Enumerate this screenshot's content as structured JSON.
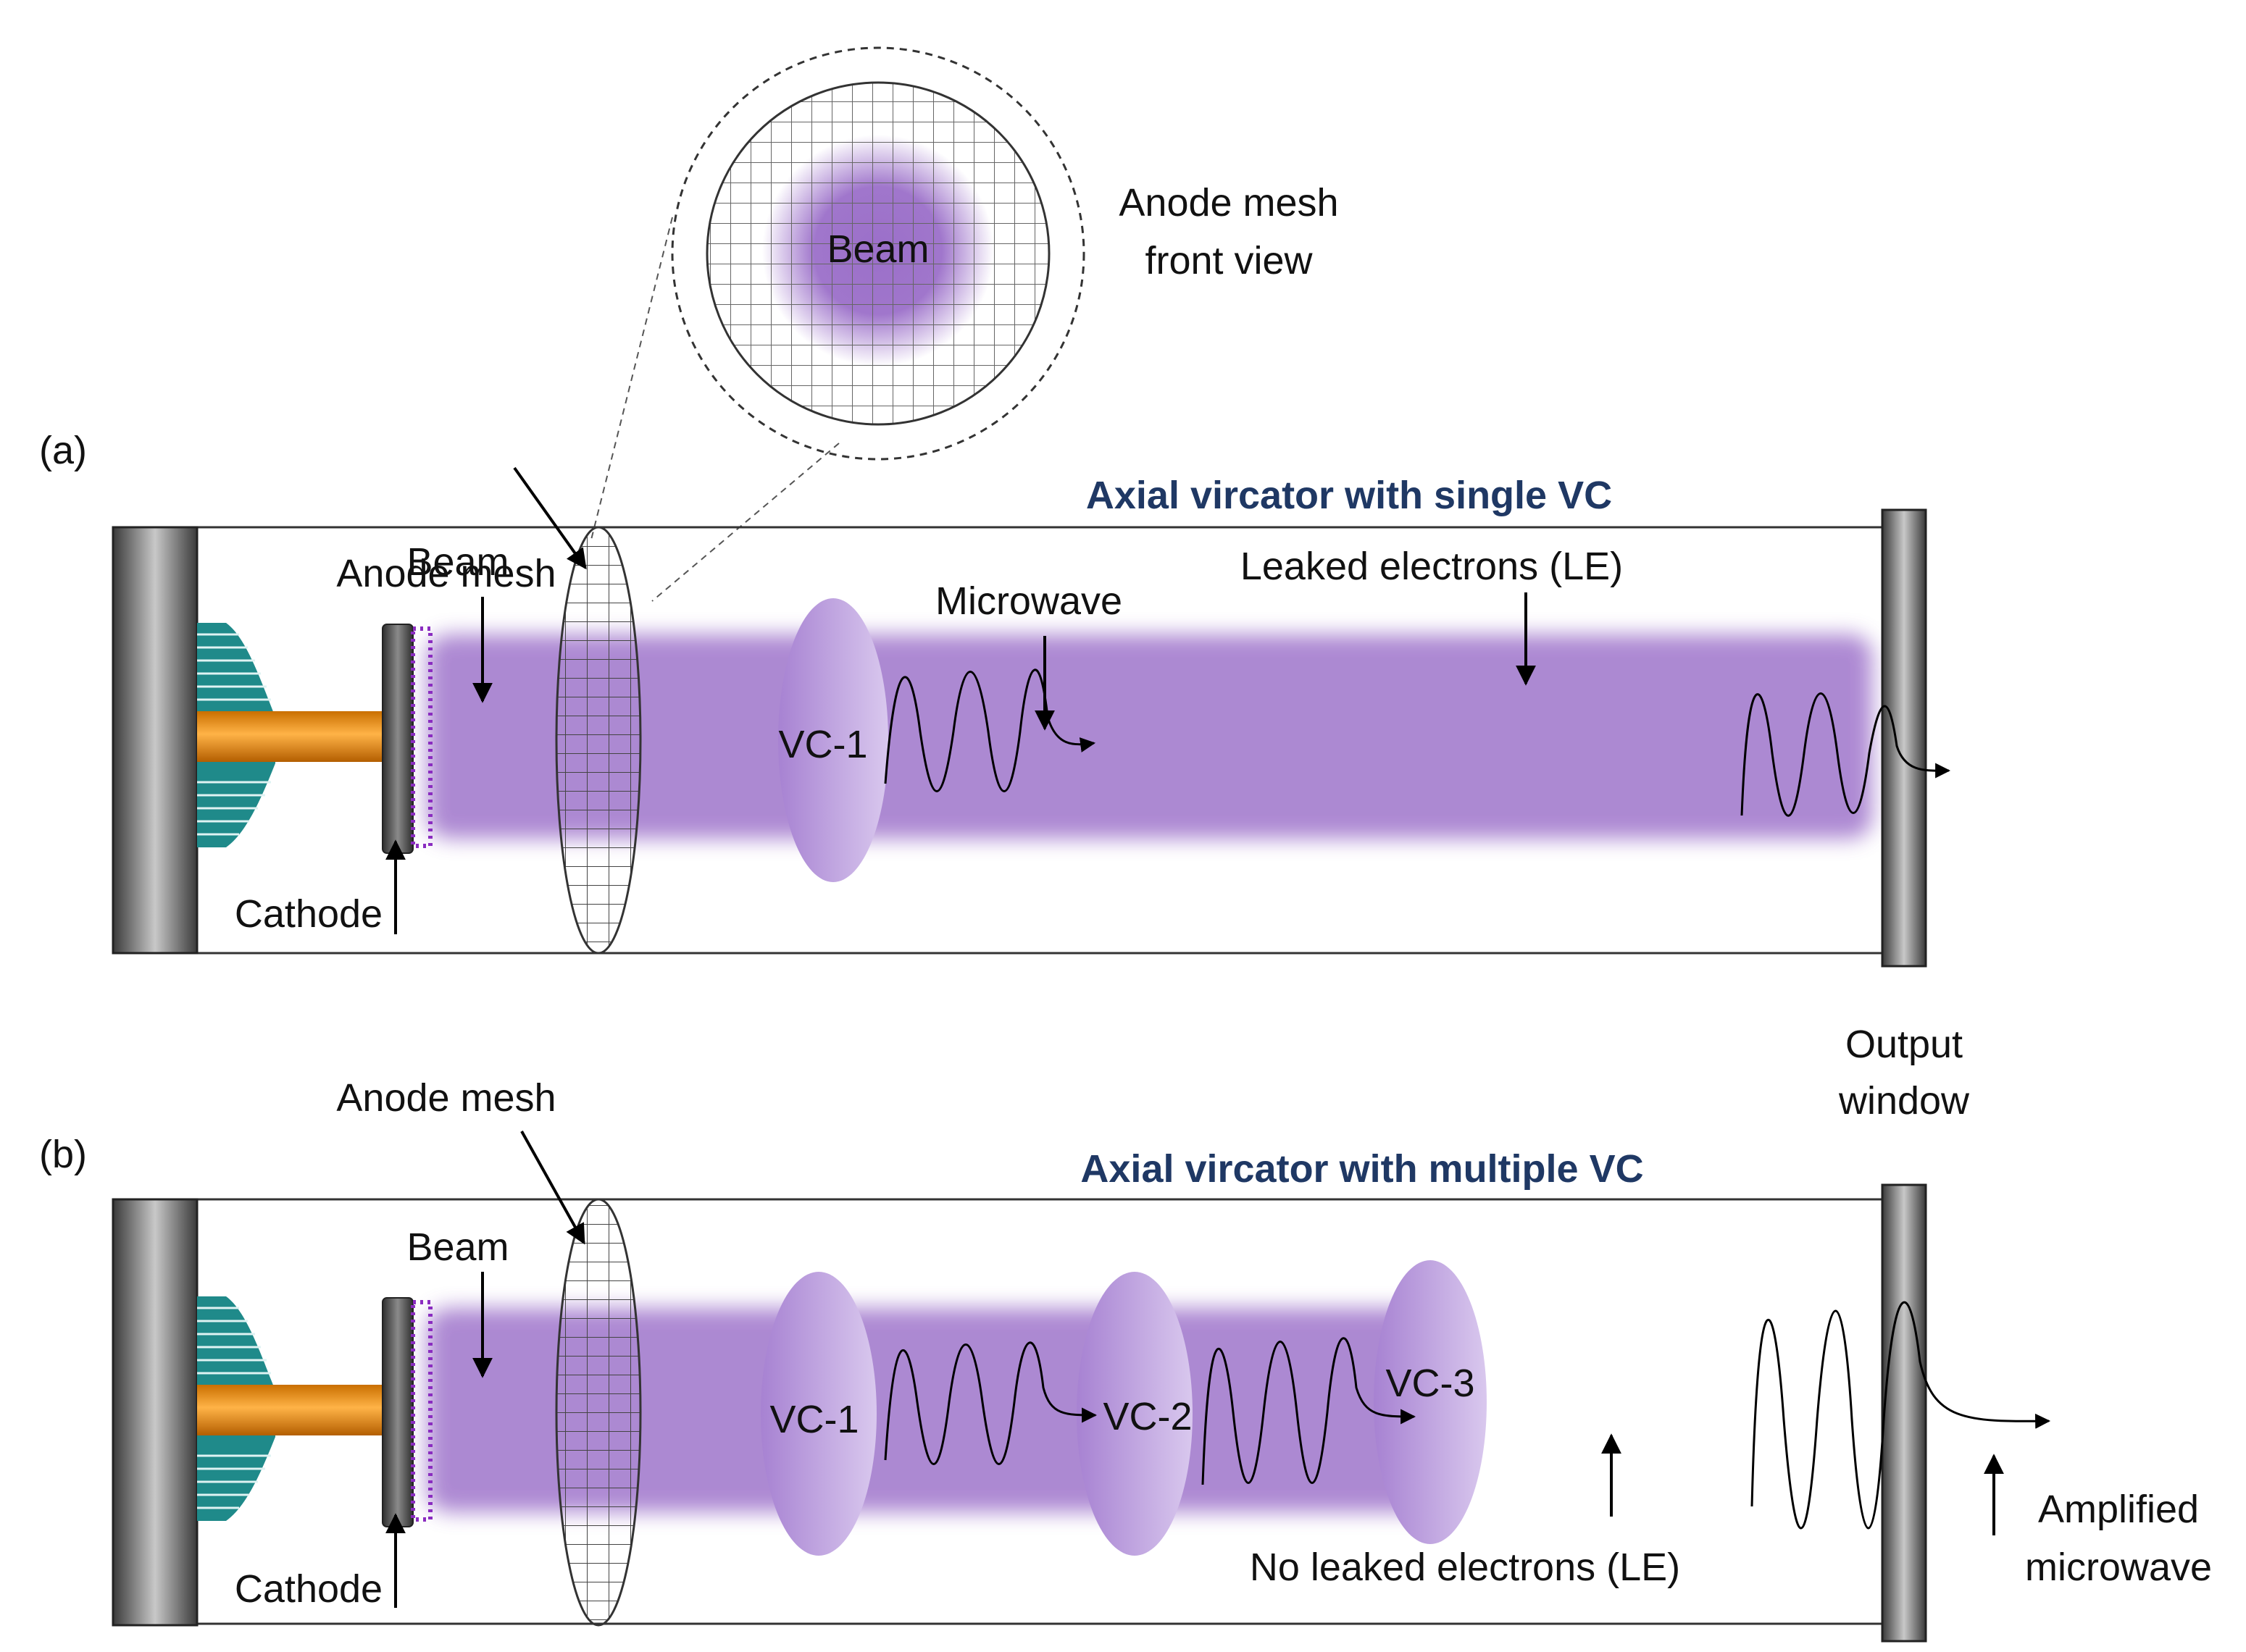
{
  "panel_a": {
    "tag": "(a)",
    "title": "Axial vircator with single VC",
    "anode_mesh": "Anode mesh",
    "beam": "Beam",
    "cathode": "Cathode",
    "microwave": "Microwave",
    "vc1": "VC-1",
    "leaked": "Leaked electrons (LE)"
  },
  "inset": {
    "beam": "Beam",
    "label_line1": "Anode mesh",
    "label_line2": "front view"
  },
  "output_window": {
    "line1": "Output",
    "line2": "window"
  },
  "panel_b": {
    "tag": "(b)",
    "title": "Axial vircator with multiple VC",
    "anode_mesh": "Anode mesh",
    "beam": "Beam",
    "cathode": "Cathode",
    "vc1": "VC-1",
    "vc2": "VC-2",
    "vc3": "VC-3",
    "no_leaked": "No leaked electrons (LE)",
    "amplified_line1": "Amplified",
    "amplified_line2": "microwave"
  },
  "colors": {
    "beam": "#9b6fc9",
    "vc": "#b79ad6",
    "title": "#1f3864",
    "shaft": "#f39c12",
    "fins": "#1f8a8a"
  }
}
